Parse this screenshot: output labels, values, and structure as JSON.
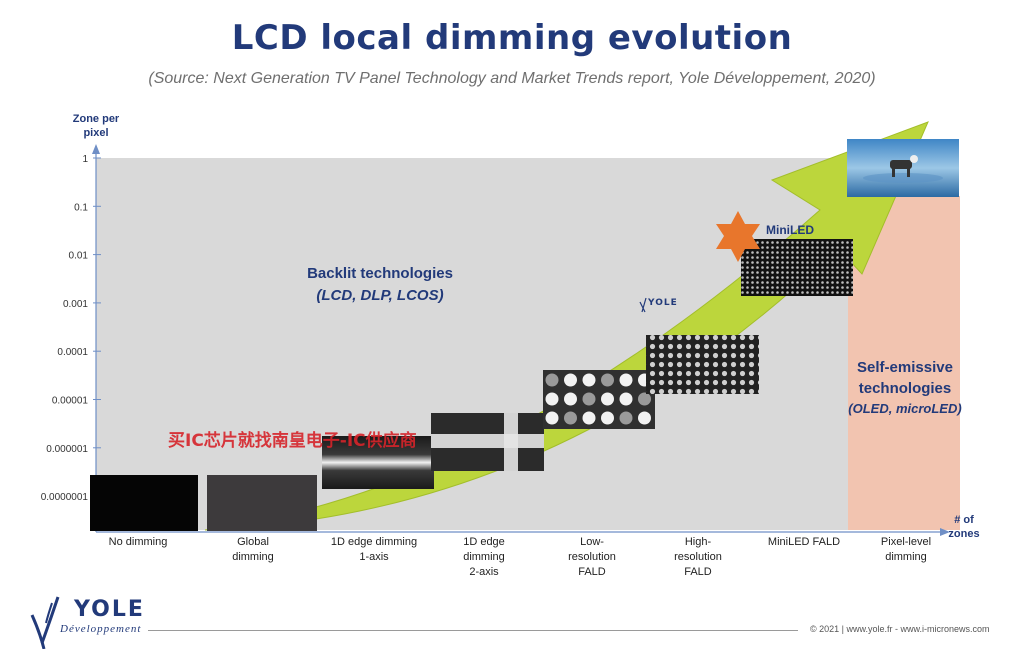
{
  "title": "LCD local dimming evolution",
  "subtitle": "(Source: Next Generation TV Panel Technology and Market Trends report, Yole Développement, 2020)",
  "watermark": "买IC芯片就找南皇电子-IC供应商",
  "footer": {
    "copyright": "© 2021 | www.yole.fr - www.i-micronews.com"
  },
  "logo": {
    "name": "YOLE",
    "subtitle": "Développement"
  },
  "colors": {
    "title": "#223a7a",
    "backlit_region": "#d9d9d9",
    "self_emissive_region": "#f2c4b0",
    "arrow": "#bcd63c",
    "star": "#e8762c"
  },
  "chart_data": {
    "type": "area",
    "ylabel": "Zone per pixel",
    "xlabel": "# of zones",
    "y_scale": "log",
    "yticks": [
      "1",
      "0.1",
      "0.01",
      "0.001",
      "0.0001",
      "0.00001",
      "0.000001",
      "0.0000001"
    ],
    "categories": [
      [
        "No dimming"
      ],
      [
        "Global",
        "dimming"
      ],
      [
        "1D edge dimming",
        "1-axis"
      ],
      [
        "1D edge",
        "dimming",
        "2-axis"
      ],
      [
        "Low-",
        "resolution",
        "FALD"
      ],
      [
        "High-",
        "resolution",
        "FALD"
      ],
      [
        "MiniLED FALD"
      ],
      [
        "Pixel-level",
        "dimming"
      ]
    ],
    "regions": [
      {
        "name": "Backlit technologies",
        "detail": "(LCD, DLP, LCOS)"
      },
      {
        "name": [
          "Self-emissive",
          "technologies"
        ],
        "detail": "(OLED, microLED)"
      }
    ],
    "annotations": [
      "MiniLED"
    ],
    "trend": "increasing zones per pixel from no dimming to pixel-level dimming"
  }
}
